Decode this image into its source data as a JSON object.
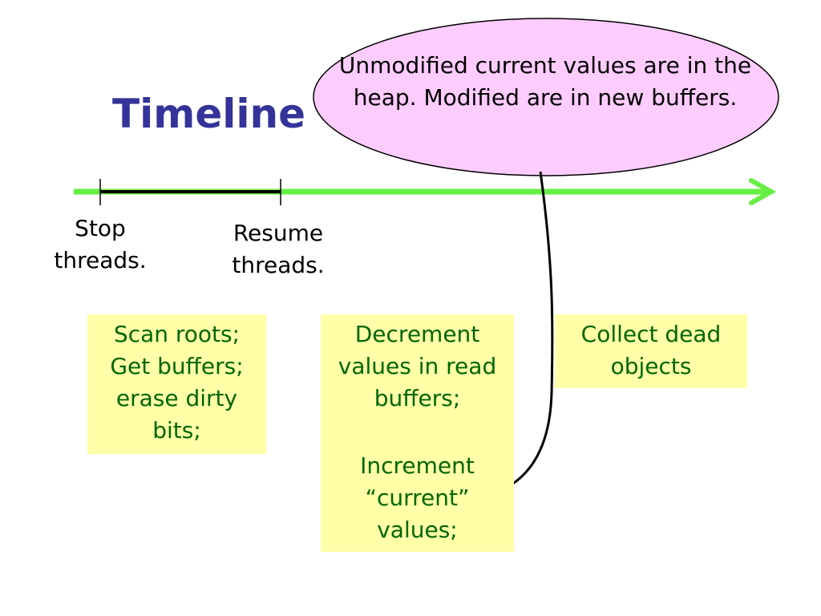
{
  "title": "Timeline",
  "callout": "Unmodified current values are in the heap.  Modified are in new buffers.",
  "timeline": {
    "marks": [
      {
        "label": "Stop\nthreads."
      },
      {
        "label": "Resume\nthreads."
      }
    ]
  },
  "boxes": {
    "scan": "Scan roots;\nGet buffers;\nerase dirty\nbits;",
    "decrement": "Decrement\nvalues in read\nbuffers;",
    "increment": "Increment\n“current”\nvalues;",
    "collect": "Collect dead\nobjects"
  },
  "colors": {
    "title": "#333399",
    "timeline": "#66ee44",
    "callout_fill": "#ffccff",
    "box_fill": "#ffffa8",
    "box_text": "#006600"
  }
}
